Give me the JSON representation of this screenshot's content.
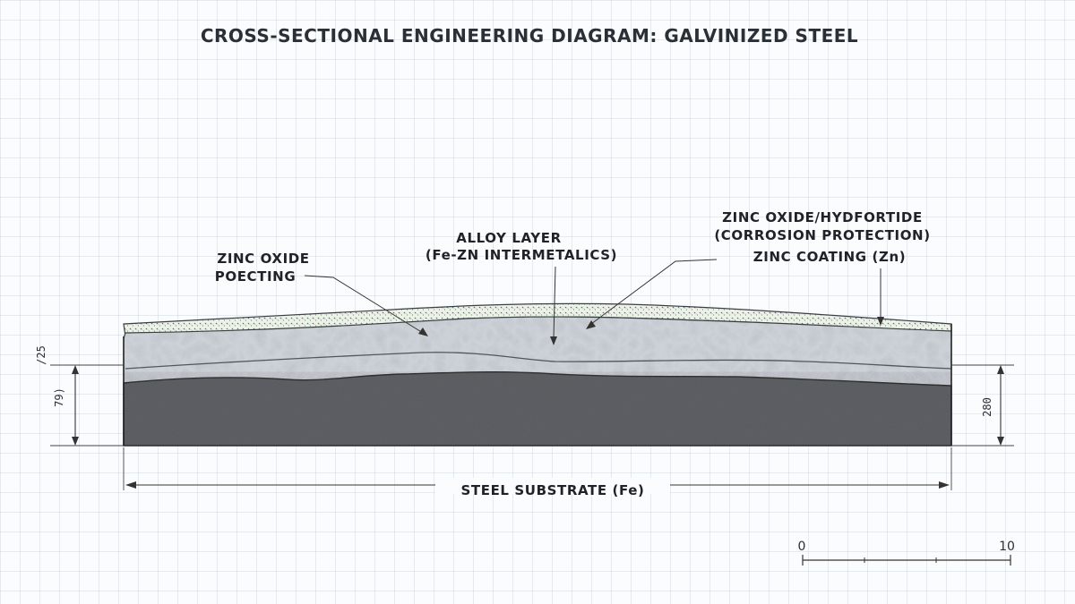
{
  "title": "CROSS-SECTIONAL ENGINEERING DIAGRAM: GALVINIZED STEEL",
  "labels": {
    "zinc_oxide_poecting_line1": "ZINC OXIDE",
    "zinc_oxide_poecting_line2": "POECTING",
    "alloy_layer_line1": "ALLOY LAYER",
    "alloy_layer_line2": "(Fe-ZN INTERMETALICS)",
    "zinc_oxide_hydr_line1": "ZINC OXIDE/HYDFORTIDE",
    "zinc_oxide_hydr_line2": "(CORROSION PROTECTION)",
    "zinc_coating": "ZINC COATING (Zn)",
    "steel_substrate": "STEEL SUBSTRATE (Fe)"
  },
  "dimensions": {
    "left_top": "/25",
    "left_main": "79)",
    "right_main": "280"
  },
  "scale_bar": {
    "start": "0",
    "end": "10"
  },
  "colors": {
    "substrate": "#55585c",
    "coating": "#c9ced4",
    "oxide_dots": "#3f8a48",
    "ink": "#1f2227"
  }
}
